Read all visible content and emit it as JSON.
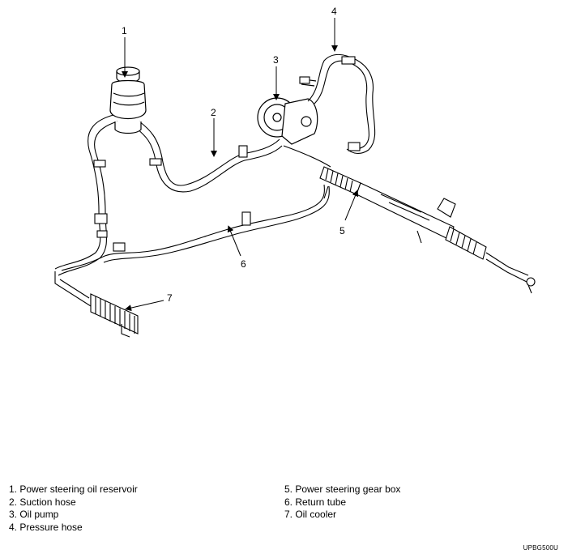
{
  "callouts": [
    "1",
    "2",
    "3",
    "4",
    "5",
    "6",
    "7"
  ],
  "legend": {
    "left": [
      "1. Power steering oil reservoir",
      "2. Suction hose",
      "3. Oil pump",
      "4. Pressure hose"
    ],
    "right": [
      "5. Power steering gear box",
      "6. Return tube",
      "7. Oil cooler"
    ]
  },
  "figure_code": "UPBG500U",
  "colors": {
    "line": "#000000",
    "background": "#ffffff"
  }
}
